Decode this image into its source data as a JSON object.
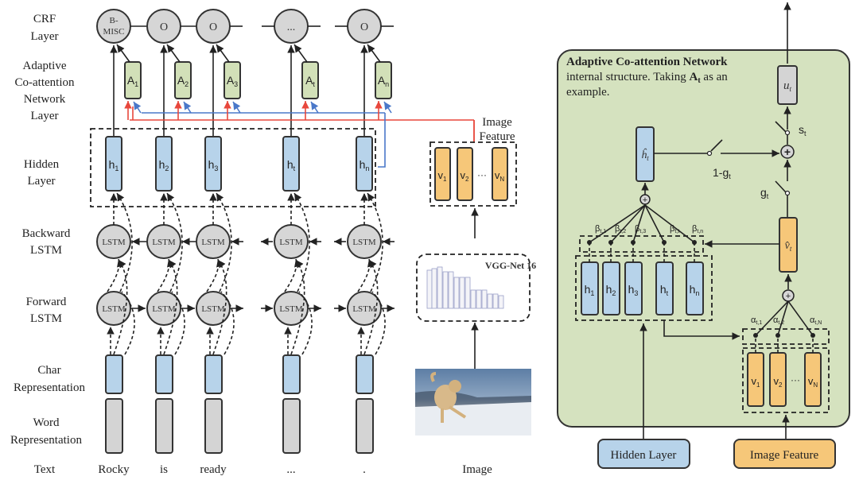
{
  "left_diagram": {
    "row_labels": {
      "crf": [
        "CRF",
        "Layer"
      ],
      "acn": [
        "Adaptive",
        "Co-attention",
        "Network",
        "Layer"
      ],
      "hidden": [
        "Hidden",
        "Layer"
      ],
      "backward": [
        "Backward",
        "LSTM"
      ],
      "forward": [
        "Forward",
        "LSTM"
      ],
      "char": [
        "Char",
        "Representation"
      ],
      "word": [
        "Word",
        "Representation"
      ],
      "text": "Text"
    },
    "crf_nodes": [
      "B-MISC",
      "O",
      "O",
      "...",
      "O"
    ],
    "crf_first_lines": [
      "B-",
      "MISC"
    ],
    "attention_nodes": [
      {
        "base": "A",
        "sub": "1"
      },
      {
        "base": "A",
        "sub": "2"
      },
      {
        "base": "A",
        "sub": "3"
      },
      {
        "base": "A",
        "sub": "t"
      },
      {
        "base": "A",
        "sub": "n"
      }
    ],
    "hidden_nodes": [
      {
        "base": "h",
        "sub": "1"
      },
      {
        "base": "h",
        "sub": "2"
      },
      {
        "base": "h",
        "sub": "3"
      },
      {
        "base": "h",
        "sub": "t"
      },
      {
        "base": "h",
        "sub": "n"
      }
    ],
    "lstm_label": "LSTM",
    "words": [
      "Rocky",
      "is",
      "ready",
      "...",
      "."
    ],
    "image_feature_label": [
      "Image",
      "Feature"
    ],
    "image_feature_nodes": [
      {
        "base": "v",
        "sub": "1"
      },
      {
        "base": "v",
        "sub": "2"
      },
      {
        "base": "v",
        "sub": "N"
      }
    ],
    "ellipsis": "···",
    "vgg_label": "VGG-Net 16",
    "image_label": "Image"
  },
  "right_diagram": {
    "title_bold": "Adaptive Co-attention Network",
    "desc_line1": "internal structure. Taking ",
    "desc_bold": "A",
    "desc_bold_sub": "t",
    "desc_line1_end": " as an",
    "desc_line2": "example.",
    "u_label": "u",
    "u_sub": "t",
    "h_hat_label": "ĥ",
    "h_hat_sub": "t",
    "v_hat_label": "v̂",
    "v_hat_sub": "t",
    "gate_s": "s",
    "gate_s_sub": "t",
    "gate_one_minus_g": "1-g",
    "gate_g": "g",
    "gate_sub": "t",
    "beta_labels": [
      "β_t,1",
      "β_t,2",
      "β_t,3",
      "β_t,t",
      "β_t,n"
    ],
    "alpha_labels": [
      "α_t,1",
      "α_t,2",
      "α_t,N"
    ],
    "hidden_nodes": [
      {
        "base": "h",
        "sub": "1"
      },
      {
        "base": "h",
        "sub": "2"
      },
      {
        "base": "h",
        "sub": "3"
      },
      {
        "base": "h",
        "sub": "t"
      },
      {
        "base": "h",
        "sub": "n"
      }
    ],
    "image_nodes": [
      {
        "base": "v",
        "sub": "1"
      },
      {
        "base": "v",
        "sub": "2"
      },
      {
        "base": "v",
        "sub": "N"
      }
    ],
    "ellipsis": "···",
    "legend_hidden": "Hidden Layer",
    "legend_image": "Image Feature"
  },
  "colors": {
    "attention_fill": "#d2e0b8",
    "hidden_fill": "#b7d3ea",
    "image_fill": "#f6c779",
    "node_fill": "#d6d6d6",
    "panel_fill": "#d5e2bf",
    "red_line": "#e8473c",
    "blue_line": "#4a78c9"
  }
}
